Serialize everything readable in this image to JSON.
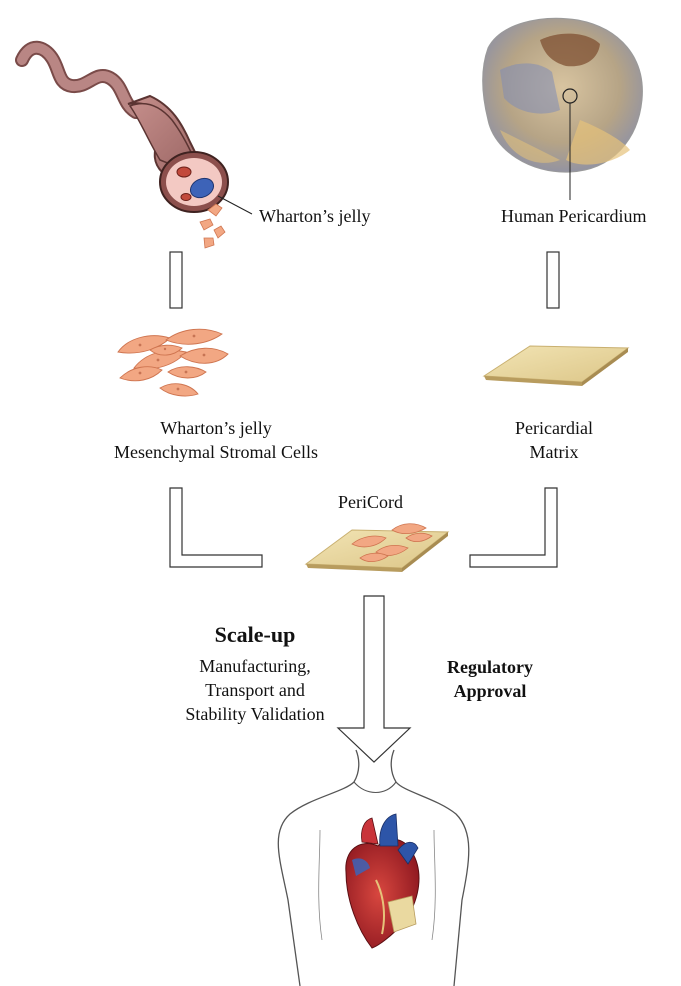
{
  "labels": {
    "whartons_jelly": "Wharton’s jelly",
    "human_pericardium": "Human Pericardium",
    "wj_msc_line1": "Wharton’s jelly",
    "wj_msc_line2": "Mesenchymal Stromal Cells",
    "pericardial_matrix_line1": "Pericardial",
    "pericardial_matrix_line2": "Matrix",
    "pericord": "PeriCord",
    "scale_up_title": "Scale-up",
    "scale_up_line1": "Manufacturing,",
    "scale_up_line2": "Transport and",
    "scale_up_line3": "Stability Validation",
    "regulatory_line1": "Regulatory",
    "regulatory_line2": "Approval"
  },
  "colors": {
    "cord": "#b07a78",
    "cord_dark": "#5b3432",
    "jelly": "#f3c9c3",
    "vessel_red": "#c24a3c",
    "vessel_blue": "#3d63b8",
    "cell": "#f2a783",
    "cell_stroke": "#cf7550",
    "matrix": "#ead9a0",
    "matrix_edge": "#c9b070",
    "heart_red": "#b3202a",
    "heart_blue": "#2d55a8",
    "outline": "#555555"
  },
  "icons": [
    "umbilical-cord-icon",
    "pericardium-heart-icon",
    "stromal-cells-icon",
    "pericardial-matrix-icon",
    "pericord-patch-icon",
    "torso-heart-icon"
  ]
}
